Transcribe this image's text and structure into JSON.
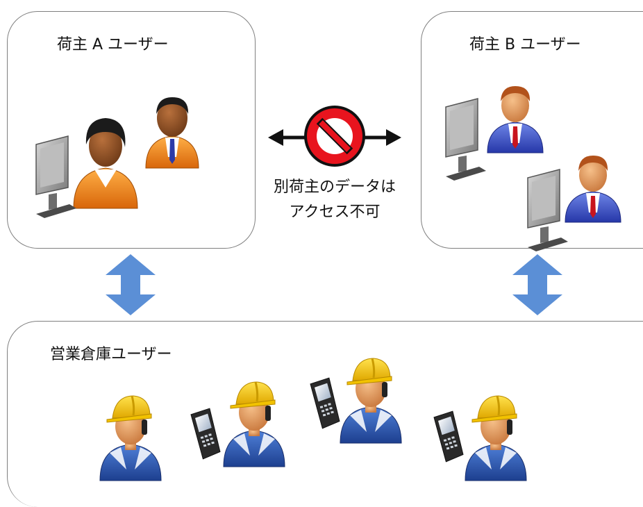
{
  "groups": {
    "shipper_a": {
      "title": "荷主 A ユーザー"
    },
    "shipper_b": {
      "title": "荷主 B ユーザー"
    },
    "warehouse": {
      "title": "営業倉庫ユーザー"
    }
  },
  "restriction": {
    "line1": "別荷主のデータは",
    "line2": "アクセス不可"
  },
  "colors": {
    "border": "#7f7f7f",
    "arrow_blue": "#5b8fd6",
    "prohibit_red": "#e8141e",
    "helmet": "#f4c300",
    "worker_suit": "#2f5fb3",
    "orange_shirt": "#f08a1a",
    "blue_suit": "#3b55c8"
  },
  "icons": [
    "user-at-computer-icon",
    "businessman-icon",
    "warehouse-worker-icon",
    "handheld-scanner-icon",
    "no-entry-icon",
    "double-arrow-icon"
  ]
}
